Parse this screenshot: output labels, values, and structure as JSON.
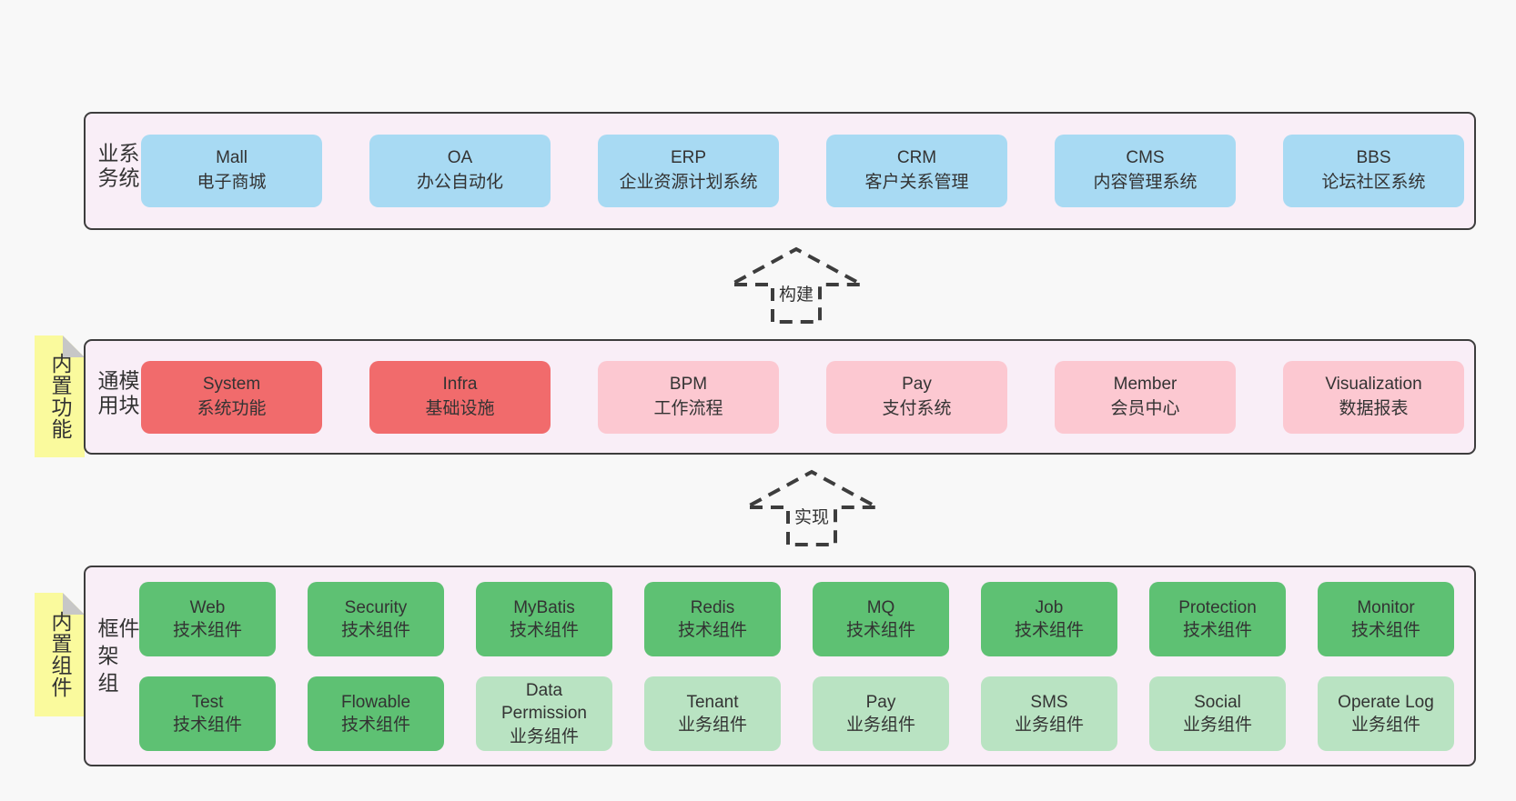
{
  "page": {
    "background": "#f8f8f8"
  },
  "colors": {
    "section_bg": "#f9eef7",
    "section_border": "#3d3d3d",
    "blue": "#a8daf3",
    "red": "#f16b6c",
    "pink": "#fcc8d1",
    "green": "#5ec173",
    "light_green": "#b9e3c2",
    "tab_yellow": "#fafa9d",
    "fold_gray": "#c7c7c7",
    "text": "#333333"
  },
  "arrows": {
    "build_label": "构建",
    "implement_label": "实现"
  },
  "sections": {
    "business": {
      "label": "业务系统",
      "boxes": [
        {
          "title": "Mall",
          "subtitle": "电子商城",
          "color": "blue"
        },
        {
          "title": "OA",
          "subtitle": "办公自动化",
          "color": "blue"
        },
        {
          "title": "ERP",
          "subtitle": "企业资源计划系统",
          "color": "blue"
        },
        {
          "title": "CRM",
          "subtitle": "客户关系管理",
          "color": "blue"
        },
        {
          "title": "CMS",
          "subtitle": "内容管理系统",
          "color": "blue"
        },
        {
          "title": "BBS",
          "subtitle": "论坛社区系统",
          "color": "blue"
        }
      ]
    },
    "modules": {
      "label": "通用模块",
      "tab": "内置功能",
      "boxes": [
        {
          "title": "System",
          "subtitle": "系统功能",
          "color": "red"
        },
        {
          "title": "Infra",
          "subtitle": "基础设施",
          "color": "red"
        },
        {
          "title": "BPM",
          "subtitle": "工作流程",
          "color": "pink"
        },
        {
          "title": "Pay",
          "subtitle": "支付系统",
          "color": "pink"
        },
        {
          "title": "Member",
          "subtitle": "会员中心",
          "color": "pink"
        },
        {
          "title": "Visualization",
          "subtitle": "数据报表",
          "color": "pink"
        }
      ]
    },
    "components": {
      "label": "框架组件",
      "tab": "内置组件",
      "rows": [
        [
          {
            "title": "Web",
            "subtitle": "技术组件",
            "color": "green"
          },
          {
            "title": "Security",
            "subtitle": "技术组件",
            "color": "green"
          },
          {
            "title": "MyBatis",
            "subtitle": "技术组件",
            "color": "green"
          },
          {
            "title": "Redis",
            "subtitle": "技术组件",
            "color": "green"
          },
          {
            "title": "MQ",
            "subtitle": "技术组件",
            "color": "green"
          },
          {
            "title": "Job",
            "subtitle": "技术组件",
            "color": "green"
          },
          {
            "title": "Protection",
            "subtitle": "技术组件",
            "color": "green"
          },
          {
            "title": "Monitor",
            "subtitle": "技术组件",
            "color": "green"
          }
        ],
        [
          {
            "title": "Test",
            "subtitle": "技术组件",
            "color": "green"
          },
          {
            "title": "Flowable",
            "subtitle": "技术组件",
            "color": "green"
          },
          {
            "title": "Data Permission",
            "subtitle": "业务组件",
            "color": "light_green"
          },
          {
            "title": "Tenant",
            "subtitle": "业务组件",
            "color": "light_green"
          },
          {
            "title": "Pay",
            "subtitle": "业务组件",
            "color": "light_green"
          },
          {
            "title": "SMS",
            "subtitle": "业务组件",
            "color": "light_green"
          },
          {
            "title": "Social",
            "subtitle": "业务组件",
            "color": "light_green"
          },
          {
            "title": "Operate Log",
            "subtitle": "业务组件",
            "color": "light_green"
          }
        ]
      ]
    }
  }
}
